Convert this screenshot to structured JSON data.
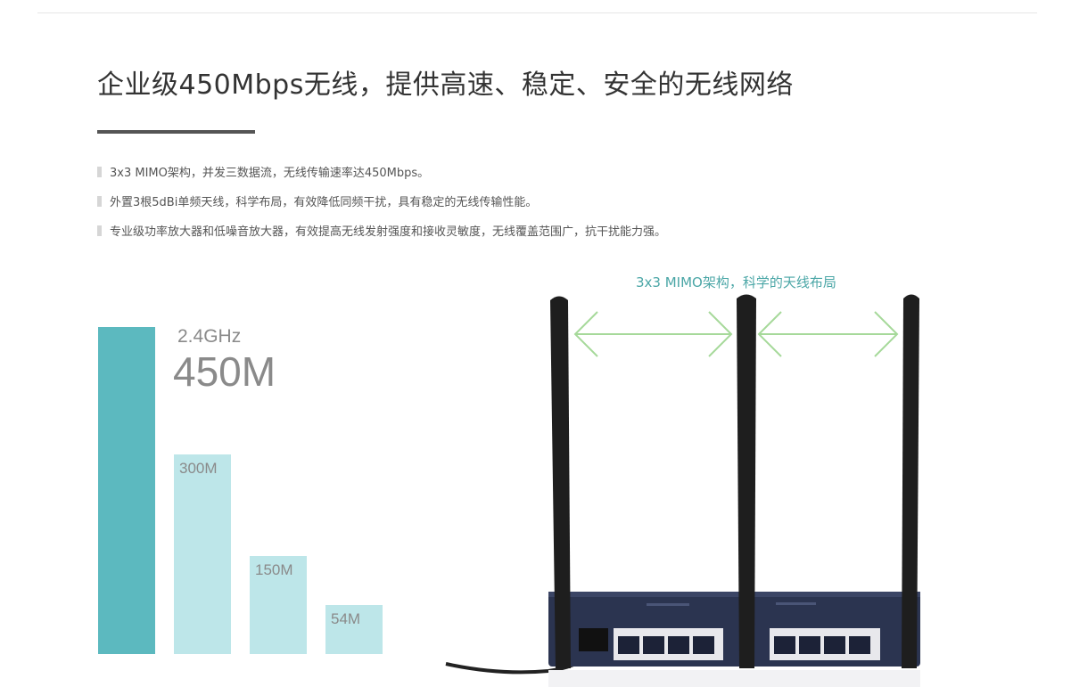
{
  "header": {
    "title": "企业级450Mbps无线，提供高速、稳定、安全的无线网络"
  },
  "features": [
    "3x3 MIMO架构，并发三数据流，无线传输速率达450Mbps。",
    "外置3根5dBi单频天线，科学布局，有效降低同频干扰，具有稳定的无线传输性能。",
    "专业级功率放大器和低噪音放大器，有效提高无线发射强度和接收灵敏度，无线覆盖范围广，抗干扰能力强。"
  ],
  "speed_chart": {
    "band": "2.4GHz",
    "headline": "450M",
    "bars": [
      {
        "label": "450M",
        "value": 450,
        "color": "#5cb9bf"
      },
      {
        "label": "300M",
        "value": 300,
        "color": "#bde6e9"
      },
      {
        "label": "150M",
        "value": 150,
        "color": "#bde6e9"
      },
      {
        "label": "54M",
        "value": 54,
        "color": "#bde6e9"
      }
    ]
  },
  "router": {
    "caption": "3x3 MIMO架构，科学的天线布局",
    "arrow_color": "#a6d99a",
    "body_color": "#2b3450"
  }
}
